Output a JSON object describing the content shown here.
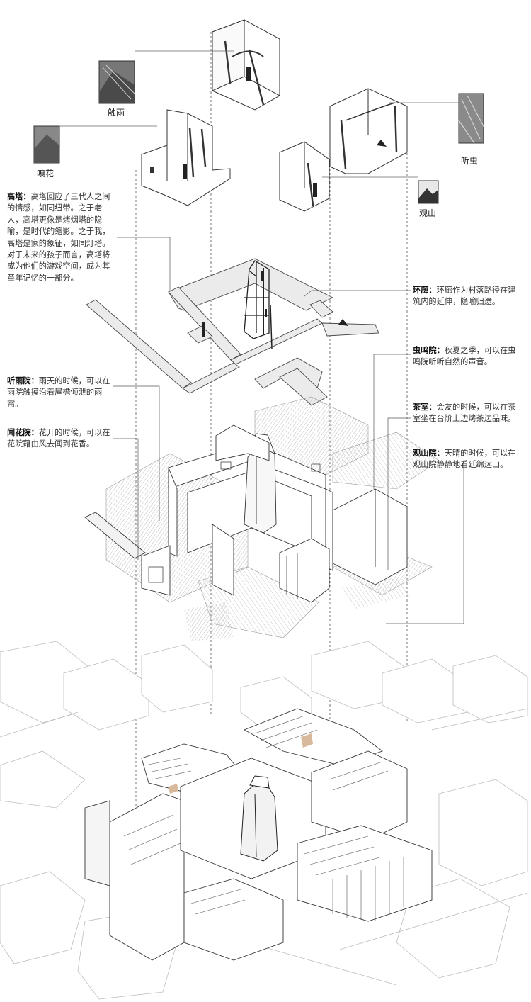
{
  "vignettes": {
    "chuyu": "触雨",
    "xiuhua": "嗅花",
    "tingchong": "听虫",
    "guanshan": "观山"
  },
  "annotations": {
    "gaota": {
      "title": "高塔：",
      "body": "高塔回应了三代人之间的情感，如同纽带。之于老人，高塔更像是烤烟塔的隐喻，是时代的缩影。之于我，高塔是家的象征，如同灯塔。对于未来的孩子而言，高塔将成为他们的游戏空间，成为其童年记忆的一部分。"
    },
    "huanlang": {
      "title": "环廊：",
      "body": "环廊作为村落路径在建筑内的延伸，隐喻归途。"
    },
    "tingyuyuan": {
      "title": "听雨院：",
      "body": "雨天的时候，可以在雨院触摸沿着屋檐倾泄的雨帘。"
    },
    "chongmingyuan": {
      "title": "虫鸣院：",
      "body": "秋夏之季，可以在虫鸣院听听自然的声音。"
    },
    "wenhuayuan": {
      "title": "闻花院：",
      "body": "花开的时候，可以在花院藉由风去闻到花香。"
    },
    "chashi": {
      "title": "茶室：",
      "body": "会友的时候，可以在茶室坐在台阶上边烤茶边品味。"
    },
    "guanshanyuan": {
      "title": "观山院：",
      "body": "天晴的时候，可以在观山院静静地看延绵远山。"
    }
  },
  "colors": {
    "line": "#333333",
    "leader": "#555555",
    "hatch": "#9a9a9a",
    "ghost": "#b8b8b8",
    "plate": "#e9e9e9",
    "wood": "#d9b99b"
  }
}
